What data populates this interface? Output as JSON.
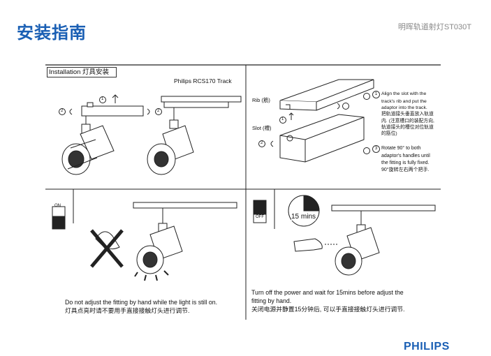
{
  "header": {
    "title": "安装指南",
    "model": "明晖轨道射灯ST030T"
  },
  "figure": {
    "section_label": "Installation  灯具安装",
    "track_name": "Philips RCS170 Track",
    "rib_label": "Rib (筋)",
    "slot_label": "Slot (槽)",
    "step1": {
      "number": "1",
      "lines": [
        "Align the slot with the",
        "track's rib and put the",
        "adaptor into the track.",
        "把轨道接头垂直放入轨道",
        "内. (注意槽口的装配方向,",
        "轨道接头的槽位对位轨道",
        "的筋位)"
      ]
    },
    "step3": {
      "number": "3",
      "lines": [
        "Rotate 90° to both",
        "adaptor's handles until",
        "the fitting is fully fixed.",
        "90°旋转左右两个把手."
      ]
    },
    "callouts": {
      "one": "1",
      "two": "2"
    },
    "switch_on": "ON",
    "switch_off": "OFF",
    "timer": "15 mins",
    "warning_en": "Do not adjust the fitting by hand while the light is still on.",
    "warning_zh": "灯具点亮时请不要用手直接接触灯头进行调节.",
    "power_en_1": "Turn off the power and wait for 15mins before adjust the",
    "power_en_2": "fitting by hand.",
    "power_zh": "关闭电源并静置15分钟后, 可以手直接接触灯头进行调节."
  },
  "footer": {
    "brand": "PHILIPS"
  },
  "colors": {
    "title": "#1a5fb4",
    "brand": "#1a5fb4",
    "model": "#888888"
  }
}
